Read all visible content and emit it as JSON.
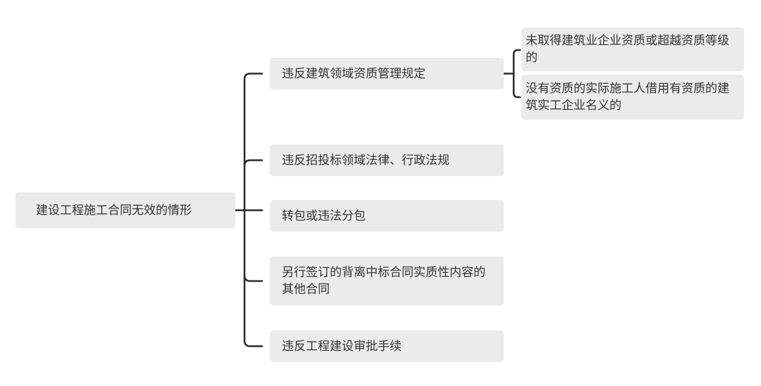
{
  "root": {
    "label": "建设工程施工合同无效的情形"
  },
  "branches": [
    {
      "label": "违反建筑领域资质管理规定",
      "children": [
        {
          "label": "未取得建筑业企业资质或超越资质等级的"
        },
        {
          "label": "没有资质的实际施工人借用有资质的建筑实工企业名义的"
        }
      ]
    },
    {
      "label": "违反招投标领域法律、行政法规"
    },
    {
      "label": "转包或违法分包"
    },
    {
      "label": "另行签订的背离中标合同实质性内容的其他合同"
    },
    {
      "label": "违反工程建设审批手续"
    }
  ],
  "colors": {
    "connector": "#2b2b2b",
    "node_fill": "#ebebeb",
    "text": "#333333"
  }
}
